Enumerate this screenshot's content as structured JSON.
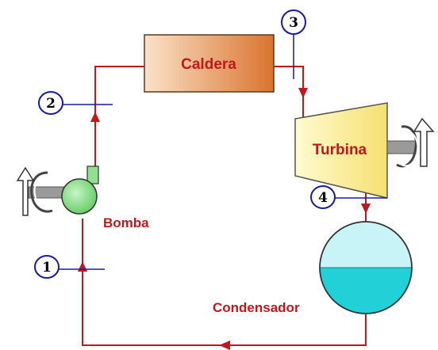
{
  "components": {
    "boiler": "Caldera",
    "turbine": "Turbina",
    "pump": "Bomba",
    "condenser": "Condensador"
  },
  "states": [
    "1",
    "2",
    "3",
    "4"
  ],
  "colors": {
    "pipe": "#c0181c",
    "label": "#c0181c",
    "boiler_dark": "#d9742f",
    "boiler_light": "#fbe2c8",
    "turbine_fill": "#fdf3a0",
    "pump_fill": "#8fe08f",
    "condenser_water": "#22d0d8",
    "condenser_vapor": "#c8f4f8",
    "state_circle": "#1a1aa0",
    "shaft": "#8a8a8a"
  }
}
